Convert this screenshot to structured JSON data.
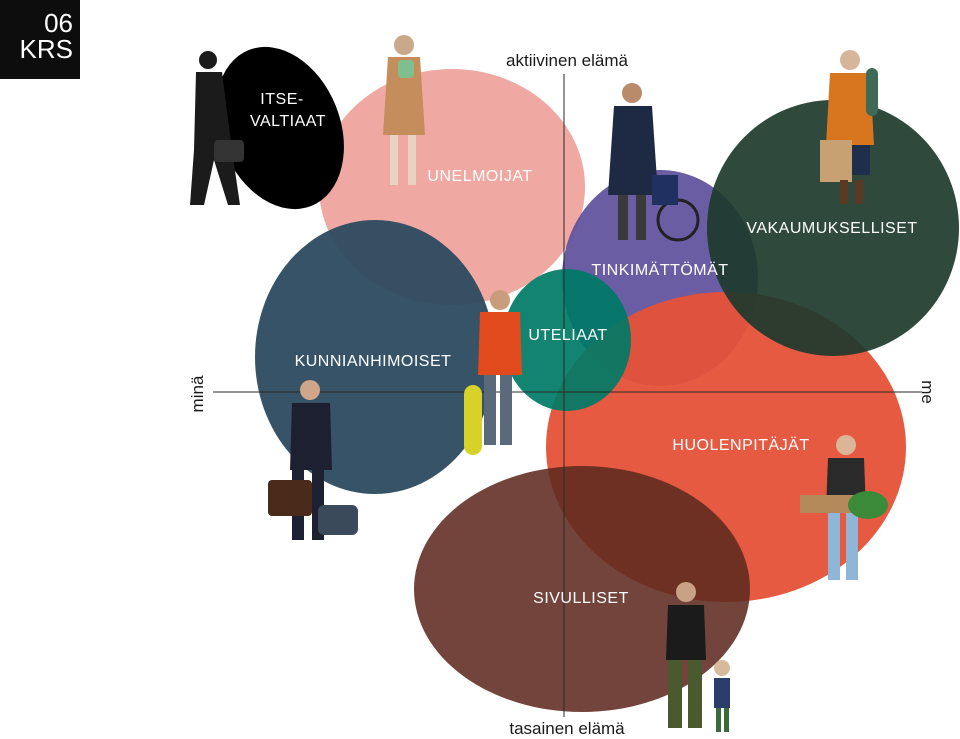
{
  "badge": {
    "line1": "06",
    "line2": "KRS"
  },
  "axes": {
    "top": "aktiivinen elämä",
    "bottom": "tasainen elämä",
    "left": "minä",
    "right": "me"
  },
  "segments": {
    "itsevaltiaat": {
      "line1": "ITSE-",
      "line2": "VALTIAAT",
      "color": "#000000"
    },
    "unelmoijat": {
      "label": "UNELMOIJAT",
      "color": "#eea19a"
    },
    "tinkimattomat": {
      "label": "TINKIMÄTTÖMÄT",
      "color": "#5e4f9c"
    },
    "vakaumukselliset": {
      "label": "VAKAUMUKSELLISET",
      "color": "#1d3a2c"
    },
    "kunnianhimoiset": {
      "label": "KUNNIANHIMOISET",
      "color": "#2b4a5f"
    },
    "uteliaat": {
      "label": "UTELIAAT",
      "color": "#007a66"
    },
    "huolenpitajat": {
      "label": "HUOLENPITÄJÄT",
      "color": "#e65138"
    },
    "sivulliset": {
      "label": "SIVULLISET",
      "color": "#5e2a20"
    }
  }
}
